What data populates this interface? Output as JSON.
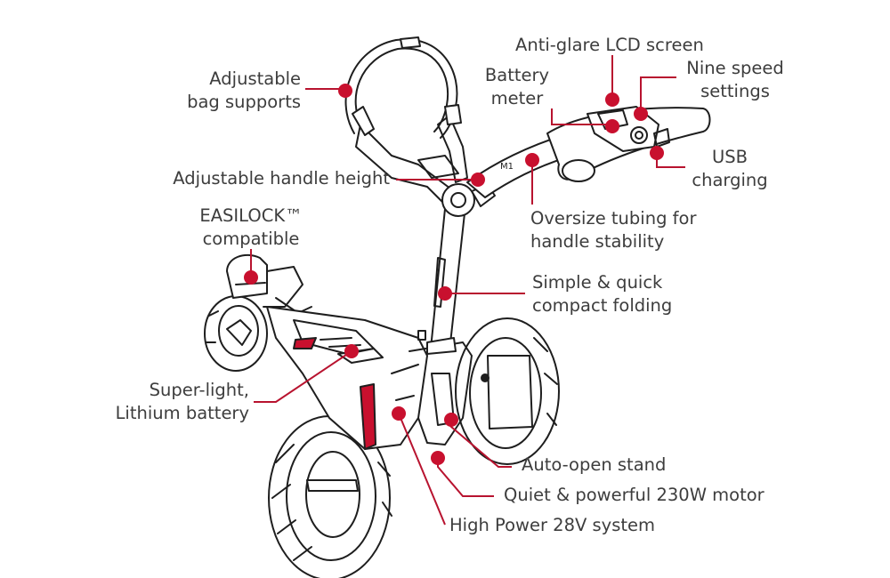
{
  "colors": {
    "accent": "#c8102e",
    "leader": "#b8132f",
    "outline": "#1e1e1e",
    "text": "#3d3d3d",
    "background": "#ffffff"
  },
  "labels": {
    "adjustable_bag_supports": [
      "Adjustable",
      "bag supports"
    ],
    "anti_glare_lcd": [
      "Anti-glare LCD screen"
    ],
    "battery_meter": [
      "Battery",
      "meter"
    ],
    "nine_speed": [
      "Nine speed",
      "settings"
    ],
    "usb_charging": [
      "USB",
      "charging"
    ],
    "adjustable_handle_height": [
      "Adjustable handle height"
    ],
    "oversize_tubing": [
      "Oversize tubing for",
      "handle stability"
    ],
    "easilock": [
      "EASILOCK™",
      "compatible"
    ],
    "simple_folding": [
      "Simple & quick",
      "compact folding"
    ],
    "lithium_battery": [
      "Super-light,",
      "Lithium battery"
    ],
    "auto_open_stand": [
      "Auto-open stand"
    ],
    "motor": [
      "Quiet & powerful 230W motor"
    ],
    "high_power": [
      "High Power 28V system"
    ]
  }
}
